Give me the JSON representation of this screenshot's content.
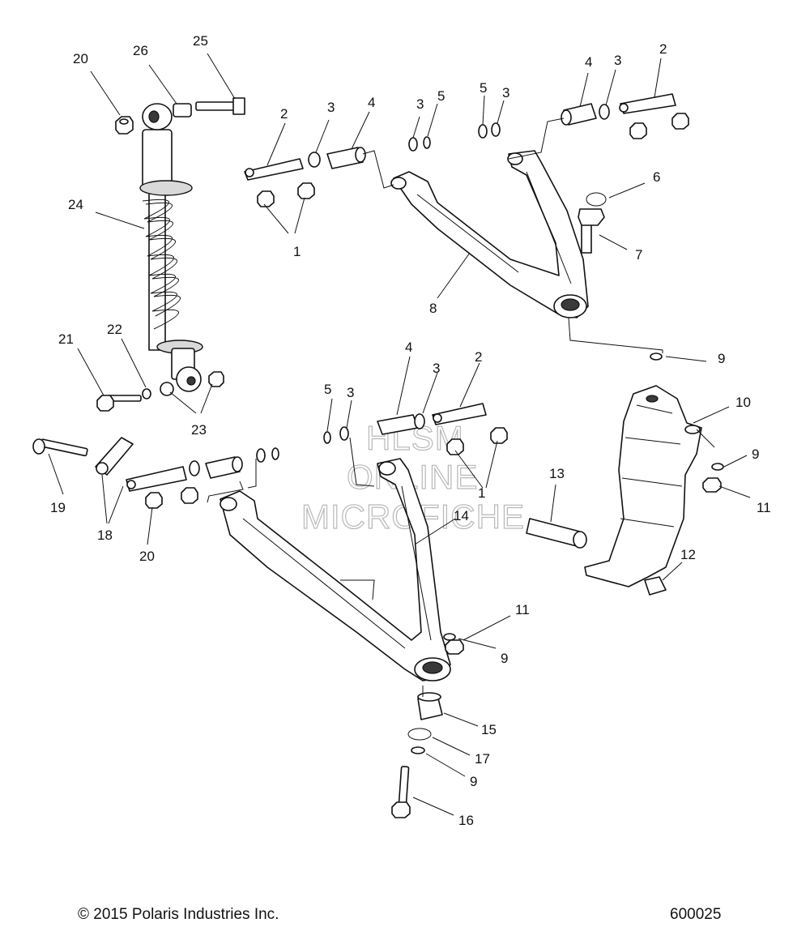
{
  "callouts": {
    "c1": "1",
    "c2a": "2",
    "c2b": "2",
    "c2c": "2",
    "c3a": "3",
    "c3b": "3",
    "c3c": "3",
    "c3d": "3",
    "c3e": "3",
    "c4a": "4",
    "c4b": "4",
    "c4c": "4",
    "c5a": "5",
    "c5b": "5",
    "c5c": "5",
    "c6": "6",
    "c7": "7",
    "c8": "8",
    "c9a": "9",
    "c9b": "9",
    "c9c": "9",
    "c9d": "9",
    "c10": "10",
    "c11a": "11",
    "c11b": "11",
    "c12": "12",
    "c13": "13",
    "c14": "14",
    "c15": "15",
    "c16": "16",
    "c17": "17",
    "c18": "18",
    "c19": "19",
    "c20a": "20",
    "c20b": "20",
    "c21": "21",
    "c22": "22",
    "c23": "23",
    "c24": "24",
    "c25": "25",
    "c26": "26"
  },
  "watermark": {
    "line1": "HLSM",
    "line2": "ONLINE",
    "line3": "MICROFICHE"
  },
  "footer": {
    "copyright": "© 2015 Polaris Industries Inc.",
    "code": "600025"
  }
}
